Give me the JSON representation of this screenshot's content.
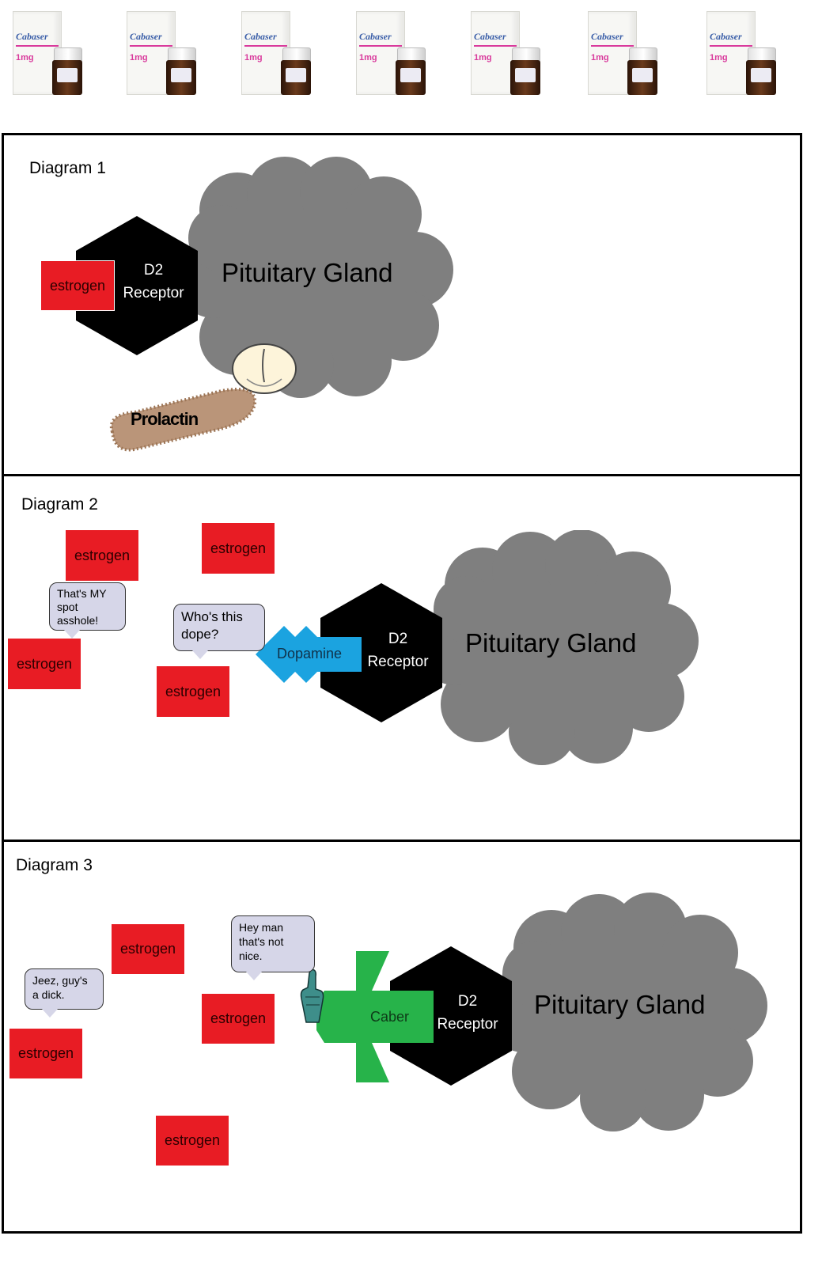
{
  "products": {
    "count": 7,
    "brand": "Cabaser",
    "dose": "1mg"
  },
  "diagram1": {
    "title": "Diagram 1",
    "estrogen": "estrogen",
    "receptor_line1": "D2",
    "receptor_line2": "Receptor",
    "gland": "Pituitary Gland",
    "prolactin": "Prolactin"
  },
  "diagram2": {
    "title": "Diagram 2",
    "estrogens": [
      "estrogen",
      "estrogen",
      "estrogen",
      "estrogen"
    ],
    "bubble_left": "That's MY spot asshole!",
    "bubble_right": "Who's this dope?",
    "dopamine": "Dopamine",
    "receptor_line1": "D2",
    "receptor_line2": "Receptor",
    "gland": "Pituitary Gland"
  },
  "diagram3": {
    "title": "Diagram 3",
    "estrogens": [
      "estrogen",
      "estrogen",
      "estrogen",
      "estrogen"
    ],
    "bubble_top": "Hey man that's not nice.",
    "bubble_left": "Jeez, guy's a dick.",
    "caber": "Caber",
    "receptor_line1": "D2",
    "receptor_line2": "Receptor",
    "gland": "Pituitary Gland"
  },
  "colors": {
    "estrogen": "#e81c24",
    "gland": "#7f7f7f",
    "receptor": "#000000",
    "dopamine": "#1ba3e0",
    "caber": "#27b34a",
    "bubble": "#d6d6e8"
  }
}
